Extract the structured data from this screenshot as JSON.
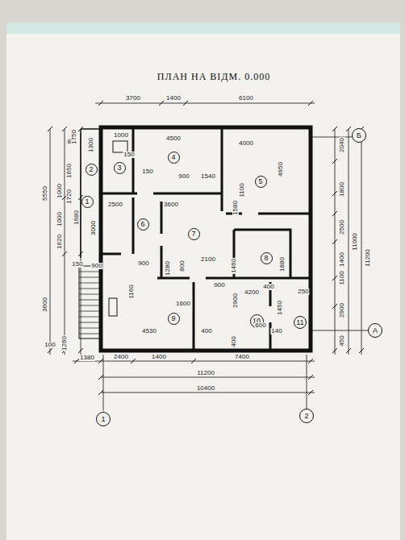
{
  "diagram": {
    "title": "ПЛАН НА ВІДМ. 0.000",
    "nodes": [
      {
        "text": [
          "1"
        ]
      },
      {
        "text": [
          "2"
        ]
      },
      {
        "text": [
          "3"
        ]
      },
      {
        "text": [
          "4"
        ]
      },
      {
        "text": [
          "5"
        ]
      },
      {
        "text": [
          "6"
        ]
      },
      {
        "text": [
          "7"
        ]
      },
      {
        "text": [
          "8"
        ]
      },
      {
        "text": [
          "9"
        ]
      },
      {
        "text": [
          "10"
        ]
      },
      {
        "text": [
          "11"
        ]
      },
      {
        "text": [
          "Б"
        ]
      },
      {
        "text": [
          "А"
        ]
      },
      {
        "text": [
          "1"
        ]
      },
      {
        "text": [
          "2"
        ]
      }
    ],
    "labels": [
      "3700",
      "1400",
      "6100",
      "4500",
      "4000",
      "150",
      "150",
      "1000",
      "80",
      "900",
      "1540",
      "4950",
      "2500",
      "3600",
      "1580",
      "1100",
      "1460",
      "1880",
      "2100",
      "800",
      "1280",
      "900",
      "1160",
      "900",
      "1600",
      "4200",
      "400",
      "250",
      "1450",
      "2900",
      "4530",
      "400",
      "600",
      "140",
      "400",
      "1750",
      "1300",
      "1650",
      "1720",
      "5550",
      "1000",
      "1000",
      "1620",
      "1680",
      "3000",
      "3600",
      "150",
      "900",
      "100",
      "1260",
      "1380",
      "2400",
      "1400",
      "7400",
      "11200",
      "10400",
      "2040",
      "1800",
      "2500",
      "1400",
      "1100",
      "2900",
      "450",
      "11000",
      "11200"
    ]
  }
}
